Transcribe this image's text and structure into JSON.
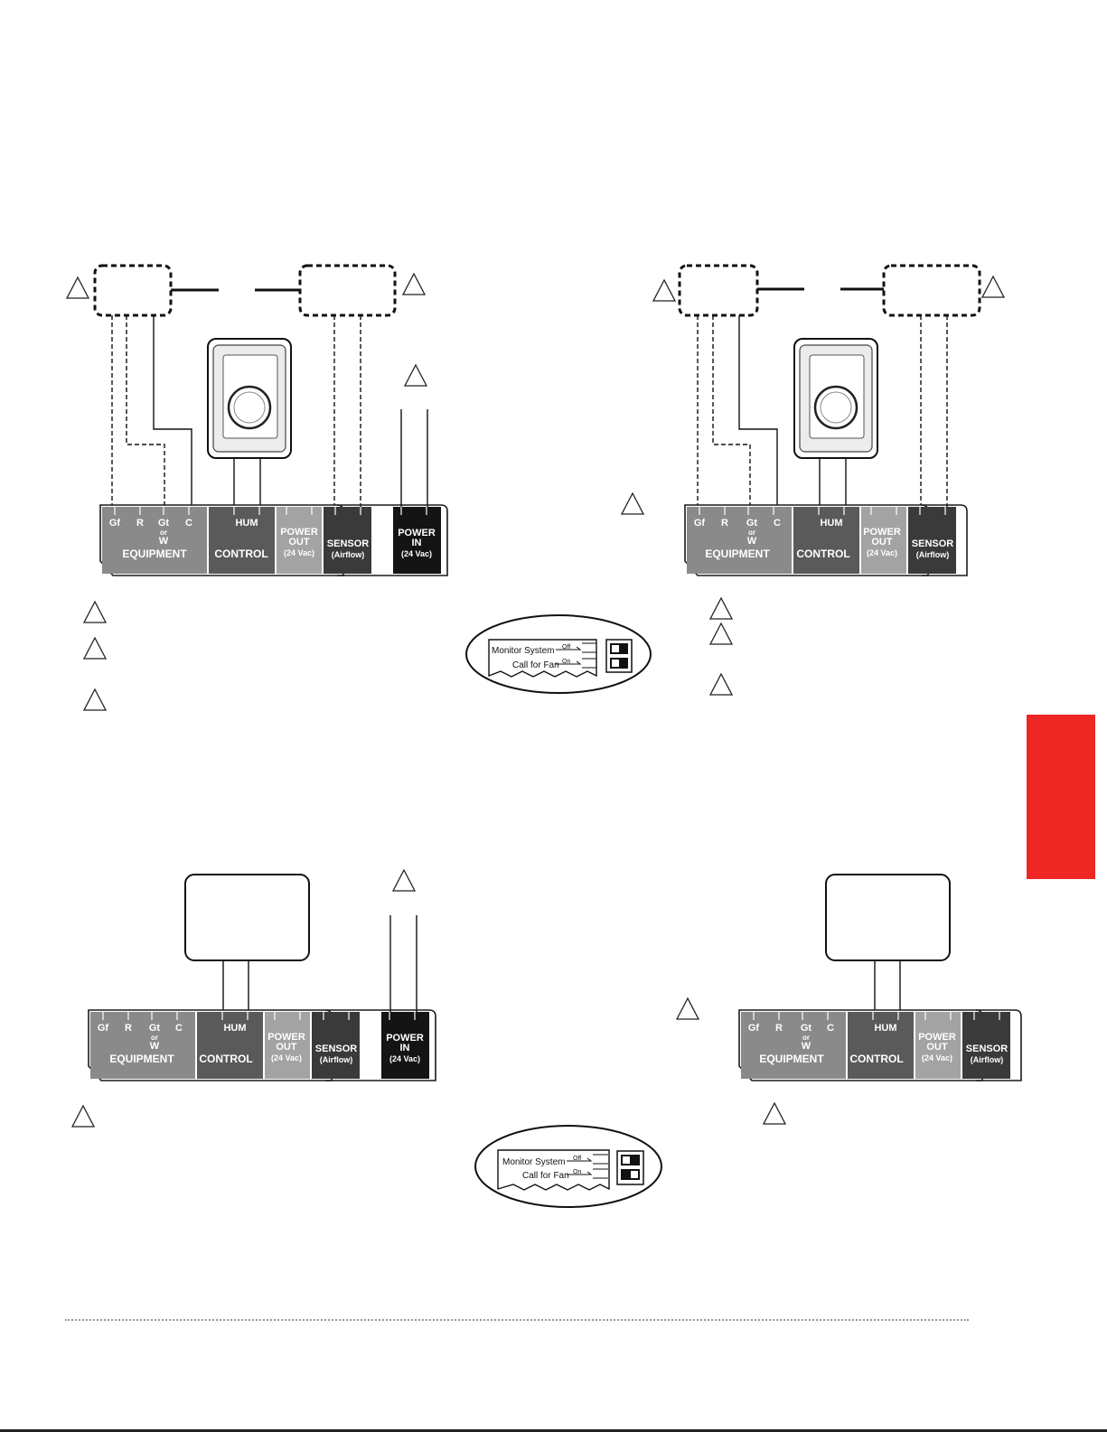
{
  "terminal_block": {
    "equipment": {
      "terminals": [
        "Gf",
        "R",
        "Gt",
        "or",
        "W",
        "C"
      ],
      "label": "EQUIPMENT"
    },
    "control": {
      "terminal": "HUM",
      "label": "CONTROL"
    },
    "power_out": {
      "line1": "POWER",
      "line2": "OUT",
      "line3": "(24 Vac)"
    },
    "sensor": {
      "line1": "SENSOR",
      "line2": "(Airflow)"
    },
    "power_in": {
      "line1": "POWER",
      "line2": "IN",
      "line3": "(24 Vac)"
    }
  },
  "switch_inset": {
    "monitor_label": "Monitor System",
    "fan_label": "Call for Fan",
    "off_label": "Off",
    "on_label": "On"
  },
  "colors": {
    "equipment": "#8a8a8a",
    "control": "#5a5a5a",
    "power_out": "#a3a3a3",
    "sensor": "#3a3a3a",
    "power_in": "#141414",
    "side_tab": "#ee2624"
  }
}
